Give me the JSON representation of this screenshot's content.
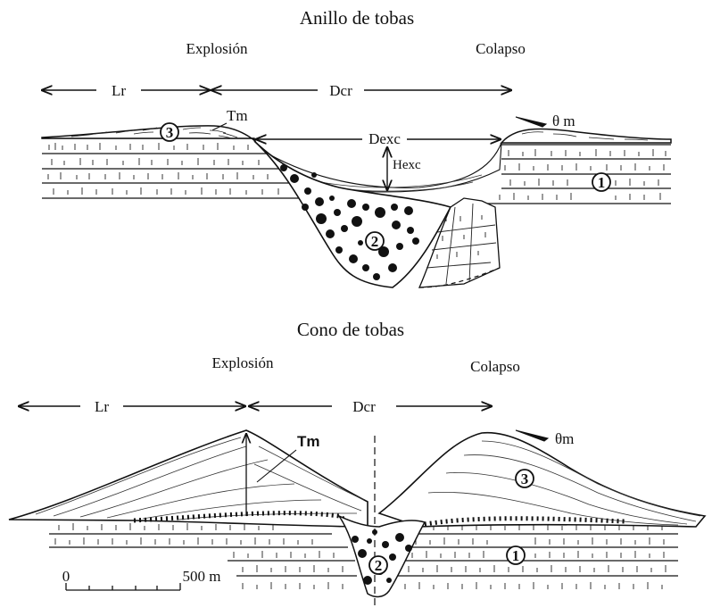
{
  "top": {
    "title": "Anillo de tobas",
    "left_label": "Explosión",
    "right_label": "Colapso",
    "lr": "Lr",
    "dcr": "Dcr",
    "tm": "Tm",
    "theta": "θ m",
    "dexc": "Dexc",
    "hexc": "Hexc",
    "markers": [
      "3",
      "2",
      "1"
    ]
  },
  "bottom": {
    "title": "Cono de tobas",
    "left_label": "Explosión",
    "right_label": "Colapso",
    "lr": "Lr",
    "dcr": "Dcr",
    "tm": "Tm",
    "theta": "θm",
    "markers": [
      "3",
      "2",
      "1"
    ]
  },
  "scale": {
    "start": "0",
    "end": "500 m"
  }
}
